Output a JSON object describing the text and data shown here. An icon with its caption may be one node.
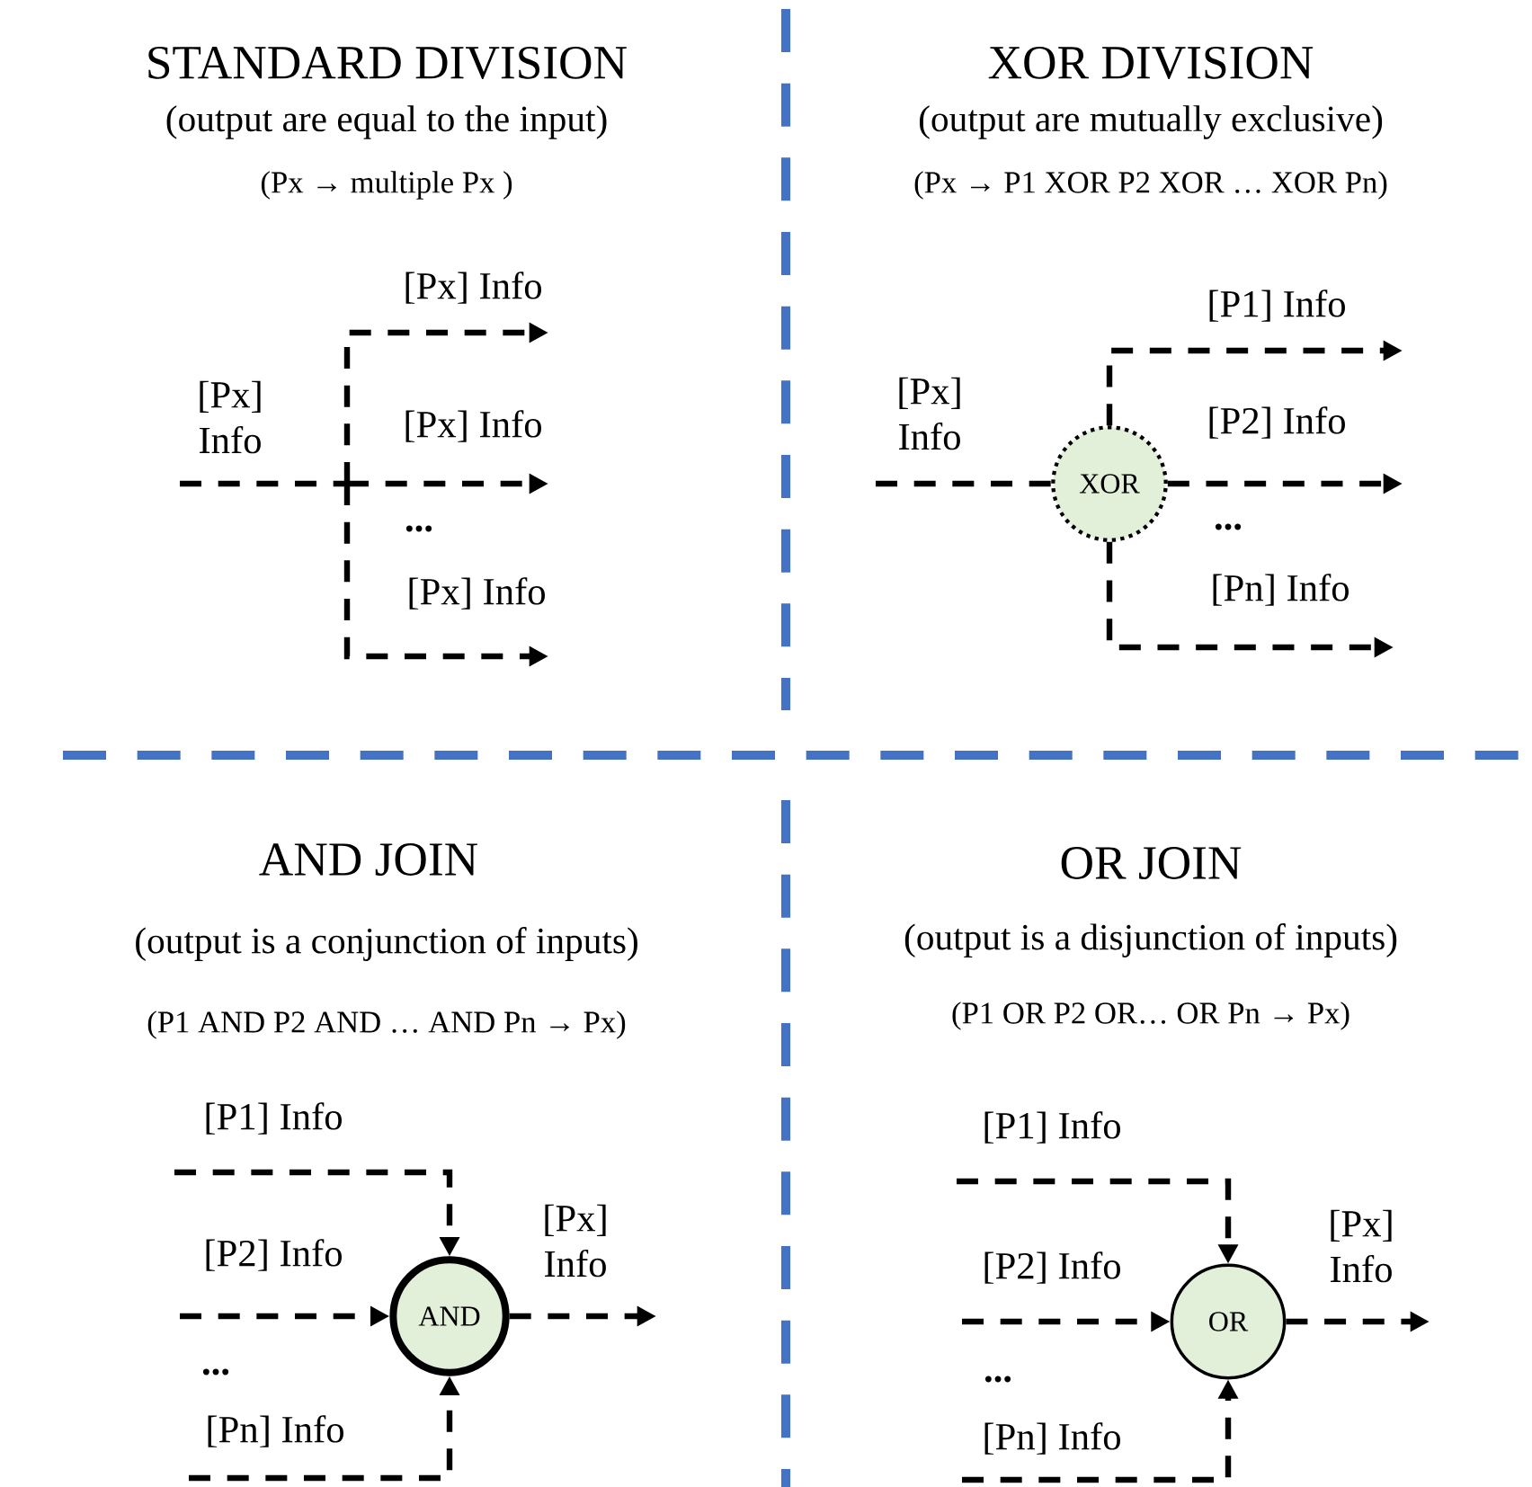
{
  "diagram": {
    "nodes": [
      {
        "text": [],
        "shape": "junction"
      },
      {
        "text": [
          "XOR"
        ]
      },
      {
        "text": [
          "AND"
        ]
      },
      {
        "text": [
          "OR"
        ]
      }
    ],
    "edges": [
      {
        "from": null,
        "to": 0,
        "arrow": "none",
        "label": "[Px] Info",
        "style": "dashed"
      },
      {
        "from": 0,
        "to": null,
        "arrow": "to",
        "label": "[Px] Info",
        "style": "dashed"
      },
      {
        "from": 0,
        "to": null,
        "arrow": "to",
        "label": "[Px] Info",
        "style": "dashed"
      },
      {
        "from": 0,
        "to": null,
        "arrow": "to",
        "label": "[Px] Info",
        "style": "dashed"
      },
      {
        "from": null,
        "to": 1,
        "arrow": "none",
        "label": "[Px] Info",
        "style": "dashed"
      },
      {
        "from": 1,
        "to": null,
        "arrow": "to",
        "label": "[P1] Info",
        "style": "dashed"
      },
      {
        "from": 1,
        "to": null,
        "arrow": "to",
        "label": "[P2] Info",
        "style": "dashed"
      },
      {
        "from": 1,
        "to": null,
        "arrow": "to",
        "label": "[Pn] Info",
        "style": "dashed"
      },
      {
        "from": null,
        "to": 2,
        "arrow": "to",
        "label": "[P1] Info",
        "style": "dashed"
      },
      {
        "from": null,
        "to": 2,
        "arrow": "to",
        "label": "[P2] Info",
        "style": "dashed"
      },
      {
        "from": null,
        "to": 2,
        "arrow": "to",
        "label": "[Pn] Info",
        "style": "dashed"
      },
      {
        "from": 2,
        "to": null,
        "arrow": "to",
        "label": "[Px] Info",
        "style": "dashed"
      },
      {
        "from": null,
        "to": 3,
        "arrow": "to",
        "label": "[P1] Info",
        "style": "dashed"
      },
      {
        "from": null,
        "to": 3,
        "arrow": "to",
        "label": "[P2] Info",
        "style": "dashed"
      },
      {
        "from": null,
        "to": 3,
        "arrow": "to",
        "label": "[Pn] Info",
        "style": "dashed"
      },
      {
        "from": 3,
        "to": null,
        "arrow": "to",
        "label": "[Px] Info",
        "style": "dashed"
      }
    ],
    "labels": [
      "STANDARD DIVISION",
      "(output are equal to the input)",
      "(Px → multiple Px )",
      "...",
      "XOR DIVISION",
      "(output are mutually exclusive)",
      "(Px → P1 XOR P2 XOR … XOR Pn)",
      "...",
      "AND JOIN",
      "(output is a conjunction of inputs)",
      "(P1 AND P2 AND … AND Pn → Px)",
      "...",
      "OR JOIN",
      "(output is a disjunction of inputs)",
      "(P1 OR P2 OR… OR Pn → Px)",
      "..."
    ]
  }
}
